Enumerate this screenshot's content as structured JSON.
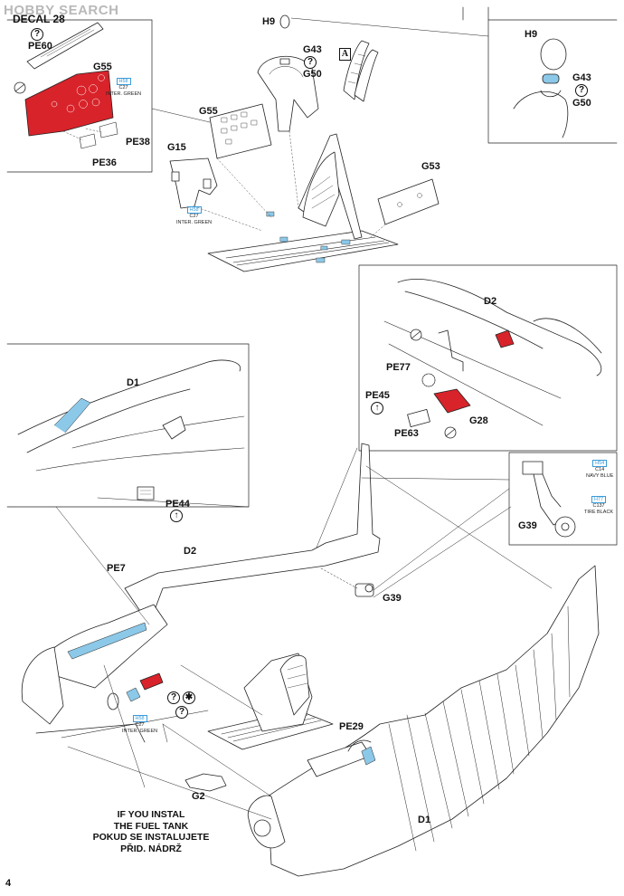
{
  "watermark": "HOBBY SEARCH",
  "page_number": "4",
  "labels": {
    "decal": "DECAL 28",
    "pe60": "PE60",
    "g55_a": "G55",
    "pe38": "PE38",
    "pe36": "PE36",
    "h9_top": "H9",
    "g43_top": "G43",
    "g50_top": "G50",
    "box_a": "A",
    "h9_inset": "H9",
    "g43_inset": "G43",
    "g50_inset": "G50",
    "g55_b": "G55",
    "g15": "G15",
    "g53": "G53",
    "d2_inset": "D2",
    "pe77": "PE77",
    "pe45": "PE45",
    "pe63": "PE63",
    "g28": "G28",
    "d1_inset": "D1",
    "pe44": "PE44",
    "g39_inset": "G39",
    "d2_main": "D2",
    "pe7": "PE7",
    "g39_main": "G39",
    "pe29": "PE29",
    "g2": "G2",
    "d1_main": "D1"
  },
  "symbols": {
    "question": "?",
    "arrow_up": "↑",
    "star": "✱"
  },
  "paint_callouts": [
    {
      "code": "H58",
      "name": "C27",
      "desc": "INTER. GREEN"
    },
    {
      "code": "H58",
      "name": "C27",
      "desc": "INTER. GREEN"
    },
    {
      "code": "H54",
      "name": "C14",
      "desc": "NAVY BLUE"
    },
    {
      "code": "H77",
      "name": "C137",
      "desc": "TIRE BLACK"
    },
    {
      "code": "H58",
      "name": "C27",
      "desc": "INTER. GREEN"
    }
  ],
  "fuel_note": {
    "line1": "IF YOU INSTAL",
    "line2": "THE FUEL TANK",
    "line3": "POKUD SE INSTALUJETE",
    "line4": "PŘID. NÁDRŽ"
  },
  "colors": {
    "photoetch_red": "#d8232a",
    "interior_blue": "#8cc8e8",
    "callout_blue": "#3a9bd9",
    "line": "#222222"
  }
}
